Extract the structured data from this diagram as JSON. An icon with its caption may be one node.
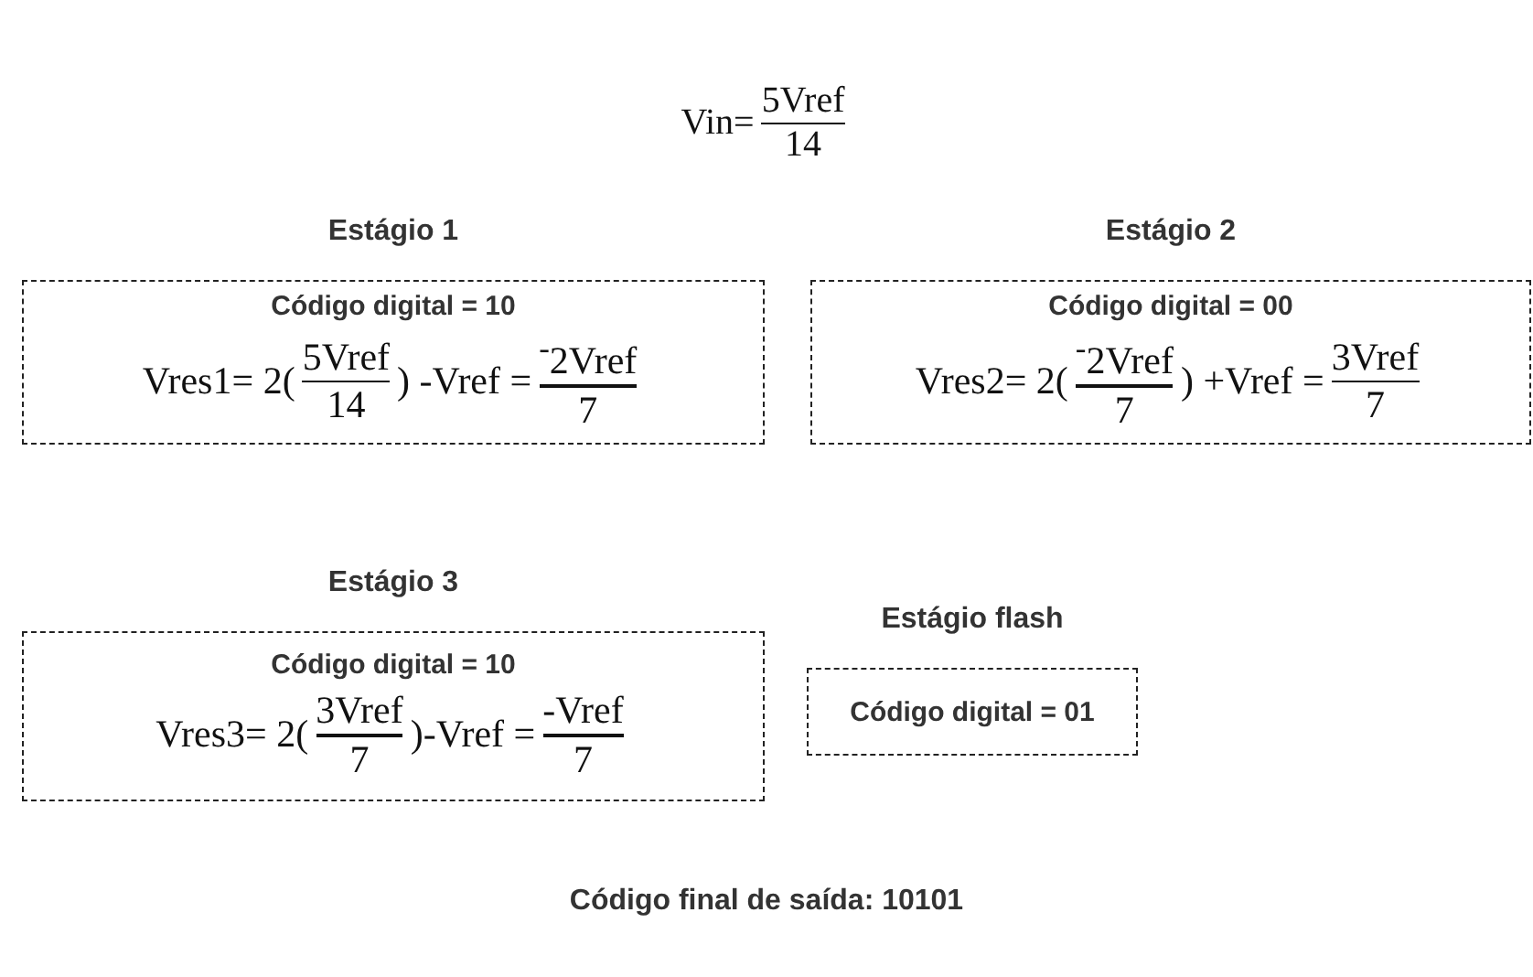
{
  "diagram": {
    "nodes": [
      {
        "text": [
          "Estágio 1",
          "Código digital = 10",
          "Vres1= 2(",
          "5Vref",
          "14",
          ") -Vref =",
          "$^{-}$2Vref",
          "7"
        ]
      },
      {
        "text": [
          "Estágio 2",
          "Código digital = 00",
          "Vres2= 2(",
          "$^{-}$2Vref",
          "7",
          ") +Vref =",
          "3Vref",
          "7"
        ]
      },
      {
        "text": [
          "Estágio 3",
          "Código digital = 10",
          "Vres3= 2(",
          "3Vref",
          "7",
          ")-Vref =",
          "-Vref",
          "7"
        ]
      },
      {
        "text": [
          "Estágio flash",
          "Código digital = 01"
        ]
      }
    ],
    "labels": [
      "Vin=",
      "5Vref",
      "14",
      "Código final de saída: 10101"
    ]
  }
}
